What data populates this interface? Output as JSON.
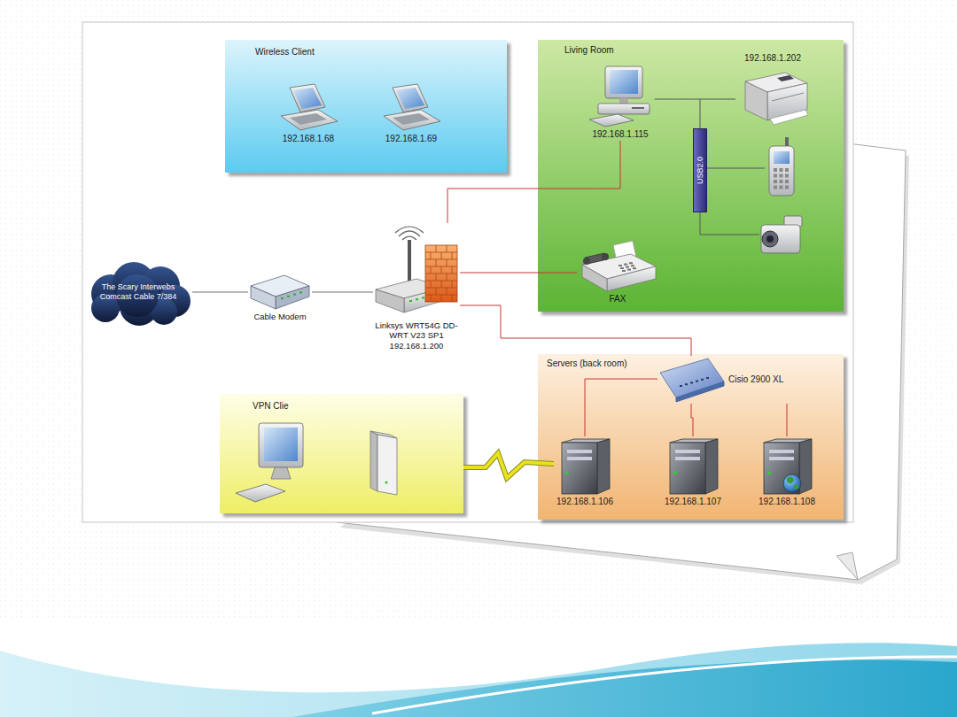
{
  "diagram": {
    "nodes": [
      {
        "text": [
          "Wireless Client"
        ]
      },
      {
        "text": [
          "192.168.1.68"
        ],
        "in": 0
      },
      {
        "text": [
          "192.168.1.69"
        ],
        "in": 0
      },
      {
        "text": [
          "Living Room"
        ]
      },
      {
        "text": [
          "192.168.1.115"
        ],
        "in": 3
      },
      {
        "text": [
          "192.168.1.202"
        ],
        "in": 3
      },
      {
        "text": [
          "USB2.0"
        ],
        "in": 3
      },
      {
        "text": [
          "FAX"
        ],
        "in": 3
      },
      {
        "text": [
          "The Scary Interwebs Comcast Cable 7/384"
        ]
      },
      {
        "text": [
          "Cable Modem"
        ]
      },
      {
        "text": [
          "Linksys WRT54G DD-WRT V23 SP1 192.168.1.200"
        ]
      },
      {
        "text": [
          "Servers (back room)"
        ]
      },
      {
        "text": [
          "Cisio 2900 XL"
        ],
        "in": 11
      },
      {
        "text": [
          "192.168.1.106"
        ],
        "in": 11
      },
      {
        "text": [
          "192.168.1.107"
        ],
        "in": 11
      },
      {
        "text": [
          "192.168.1.108"
        ],
        "in": 11
      },
      {
        "text": [
          "VPN Clie"
        ]
      }
    ],
    "edges": [
      {
        "from": 8,
        "to": 9,
        "arrow": "none"
      },
      {
        "from": 9,
        "to": 10,
        "arrow": "none"
      },
      {
        "from": 10,
        "to": 4,
        "arrow": "none"
      },
      {
        "from": 10,
        "to": 7,
        "arrow": "none"
      },
      {
        "from": 10,
        "to": 12,
        "arrow": "none"
      },
      {
        "from": 12,
        "to": 13,
        "arrow": "none"
      },
      {
        "from": 12,
        "to": 14,
        "arrow": "none"
      },
      {
        "from": 12,
        "to": 15,
        "arrow": "none"
      },
      {
        "from": 16,
        "to": 13,
        "arrow": "none"
      },
      {
        "from": 4,
        "to": 5,
        "arrow": "none"
      }
    ]
  }
}
